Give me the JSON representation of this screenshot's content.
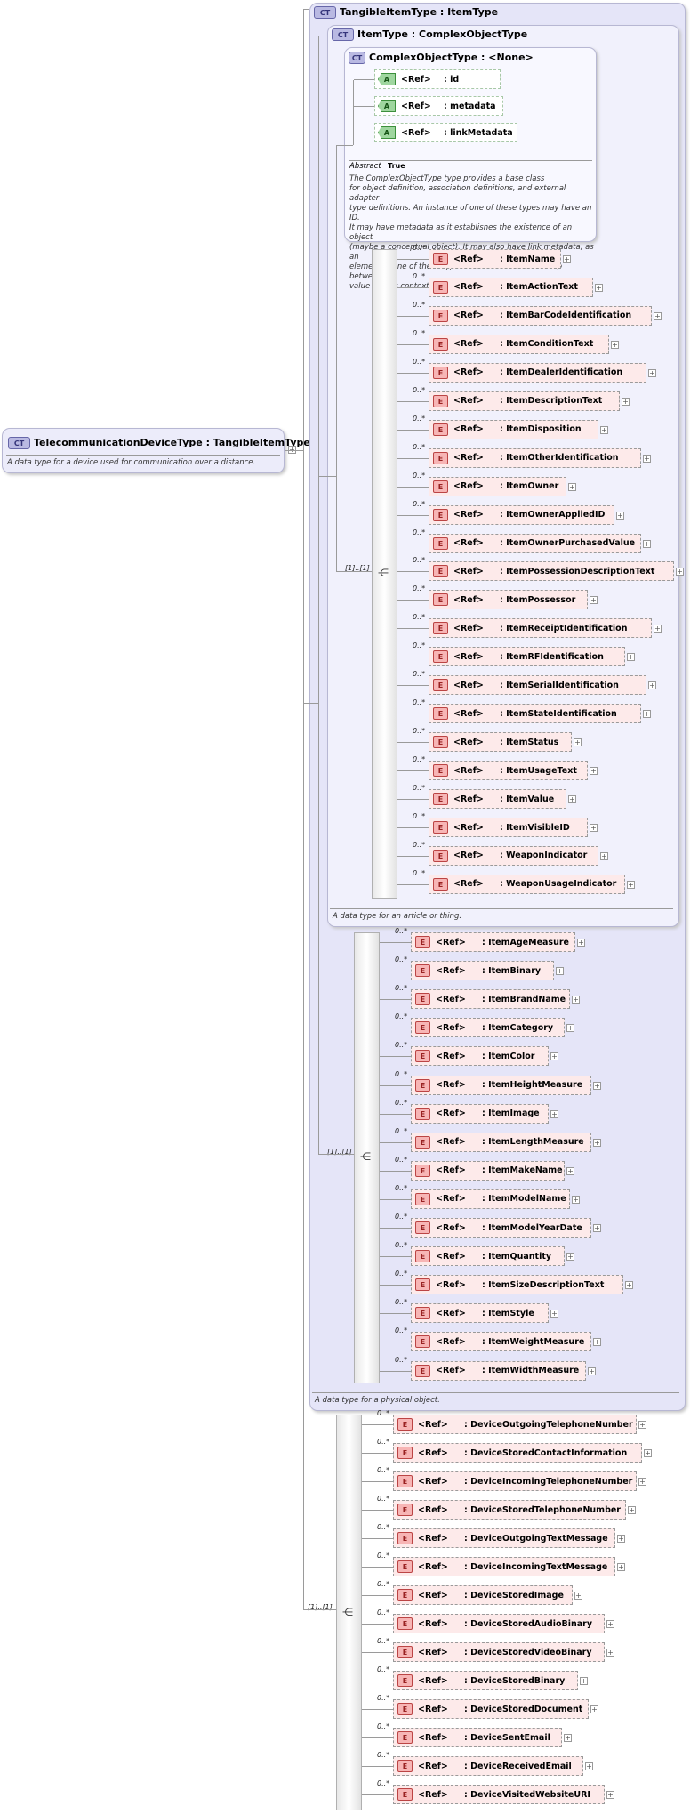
{
  "main_type": {
    "badge": "CT",
    "title": "TelecommunicationDeviceType : TangibleItemType",
    "description": "A data type for a device used for communication over a distance."
  },
  "tangible": {
    "badge": "CT",
    "title": "TangibleItemType : ItemType",
    "description": "A data type for a physical object."
  },
  "item_type": {
    "badge": "CT",
    "title": "ItemType : ComplexObjectType",
    "description": "A data type for an article or thing."
  },
  "complex_type": {
    "badge": "CT",
    "title": "ComplexObjectType : <None>",
    "abstract_label": "Abstract",
    "abstract_value": "True",
    "description_lines": [
      "The ComplexObjectType type provides a base class",
      "for object definition, association definitions, and external adapter",
      "type definitions. An instance of one of these types may have an ID.",
      "It may have metadata as it establishes the existence of an object",
      "(maybe a conceptual object). It may also have link metadata, as an",
      "element of one of these types establishes a relationship between its",
      "value and its context."
    ],
    "attributes": [
      {
        "icon": "A",
        "ref": "<Ref>",
        "name": ": id"
      },
      {
        "icon": "A",
        "ref": "<Ref>",
        "name": ": metadata"
      },
      {
        "icon": "A",
        "ref": "<Ref>",
        "name": ": linkMetadata"
      }
    ]
  },
  "labels": {
    "element_icon": "E",
    "ref": "<Ref>",
    "cardinality": "0..*",
    "sequence_cardinality": "[1]..[1]",
    "expand": "+"
  },
  "item_elements": [
    ": ItemName",
    ": ItemActionText",
    ": ItemBarCodeIdentification",
    ": ItemConditionText",
    ": ItemDealerIdentification",
    ": ItemDescriptionText",
    ": ItemDisposition",
    ": ItemOtherIdentification",
    ": ItemOwner",
    ": ItemOwnerAppliedID",
    ": ItemOwnerPurchasedValue",
    ": ItemPossessionDescriptionText",
    ": ItemPossessor",
    ": ItemReceiptIdentification",
    ": ItemRFIdentification",
    ": ItemSerialIdentification",
    ": ItemStateIdentification",
    ": ItemStatus",
    ": ItemUsageText",
    ": ItemValue",
    ": ItemVisibleID",
    ": WeaponIndicator",
    ": WeaponUsageIndicator"
  ],
  "tangible_elements": [
    ": ItemAgeMeasure",
    ": ItemBinary",
    ": ItemBrandName",
    ": ItemCategory",
    ": ItemColor",
    ": ItemHeightMeasure",
    ": ItemImage",
    ": ItemLengthMeasure",
    ": ItemMakeName",
    ": ItemModelName",
    ": ItemModelYearDate",
    ": ItemQuantity",
    ": ItemSizeDescriptionText",
    ": ItemStyle",
    ": ItemWeightMeasure",
    ": ItemWidthMeasure"
  ],
  "device_elements": [
    ": DeviceOutgoingTelephoneNumber",
    ": DeviceStoredContactInformation",
    ": DeviceIncomingTelephoneNumber",
    ": DeviceStoredTelephoneNumber",
    ": DeviceOutgoingTextMessage",
    ": DeviceIncomingTextMessage",
    ": DeviceStoredImage",
    ": DeviceStoredAudioBinary",
    ": DeviceStoredVideoBinary",
    ": DeviceStoredBinary",
    ": DeviceStoredDocument",
    ": DeviceSentEmail",
    ": DeviceReceivedEmail",
    ": DeviceVisitedWebsiteURI"
  ],
  "colors": {
    "complex_type_fill": "#e5e5f8",
    "element_fill": "#fdeaea",
    "attribute_icon": "#9fd69f",
    "connector": "#9a9a9a"
  }
}
